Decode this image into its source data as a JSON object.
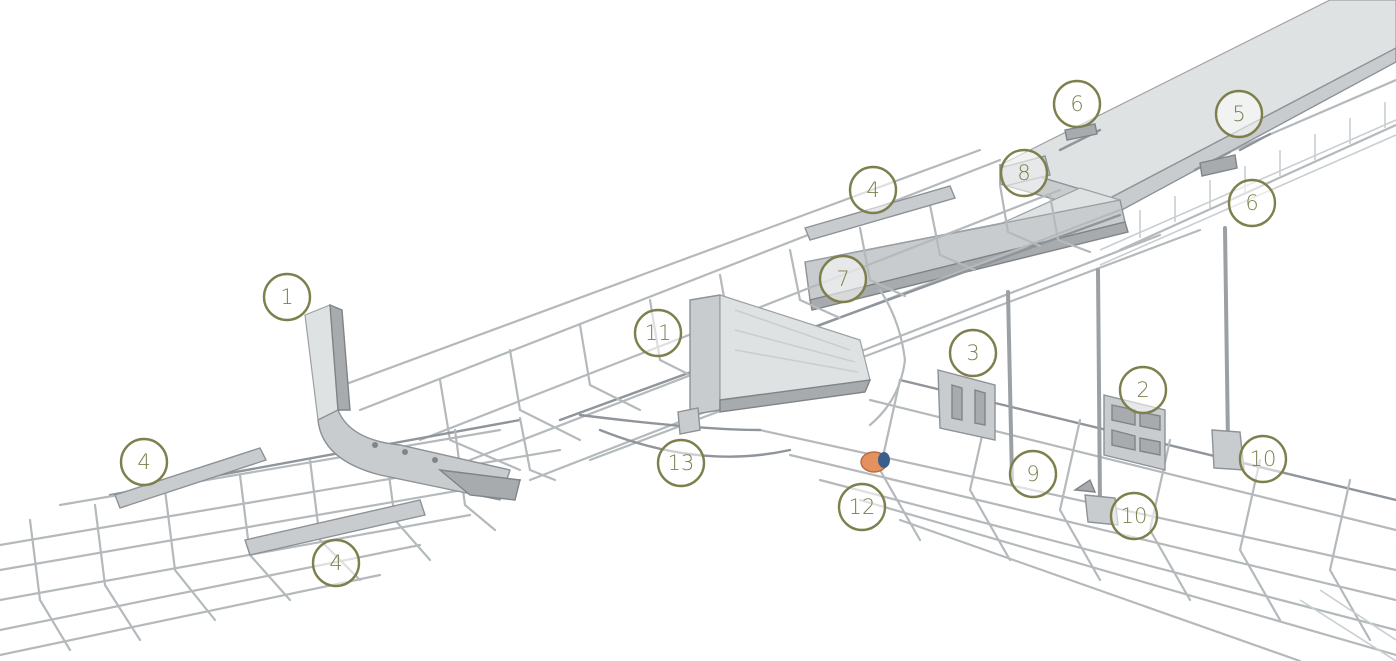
{
  "diagram": {
    "callouts": [
      {
        "id": "c1",
        "label": "1"
      },
      {
        "id": "c2",
        "label": "2"
      },
      {
        "id": "c3",
        "label": "3"
      },
      {
        "id": "c4a",
        "label": "4"
      },
      {
        "id": "c4b",
        "label": "4"
      },
      {
        "id": "c4c",
        "label": "4"
      },
      {
        "id": "c5",
        "label": "5"
      },
      {
        "id": "c6a",
        "label": "6"
      },
      {
        "id": "c6b",
        "label": "6"
      },
      {
        "id": "c7",
        "label": "7"
      },
      {
        "id": "c8",
        "label": "8"
      },
      {
        "id": "c9",
        "label": "9"
      },
      {
        "id": "c10a",
        "label": "10"
      },
      {
        "id": "c10b",
        "label": "10"
      },
      {
        "id": "c11",
        "label": "11"
      },
      {
        "id": "c12",
        "label": "12"
      },
      {
        "id": "c13",
        "label": "13"
      }
    ],
    "colors": {
      "callout_stroke": "#7d7f4c",
      "callout_text": "#7d7f4c",
      "steel": "#c9ccce",
      "steel_dark": "#8d9296",
      "wire": "#b4b9bc",
      "background": "#ffffff",
      "plug_orange": "#e3925f",
      "plug_blue": "#3b5f8c"
    }
  }
}
